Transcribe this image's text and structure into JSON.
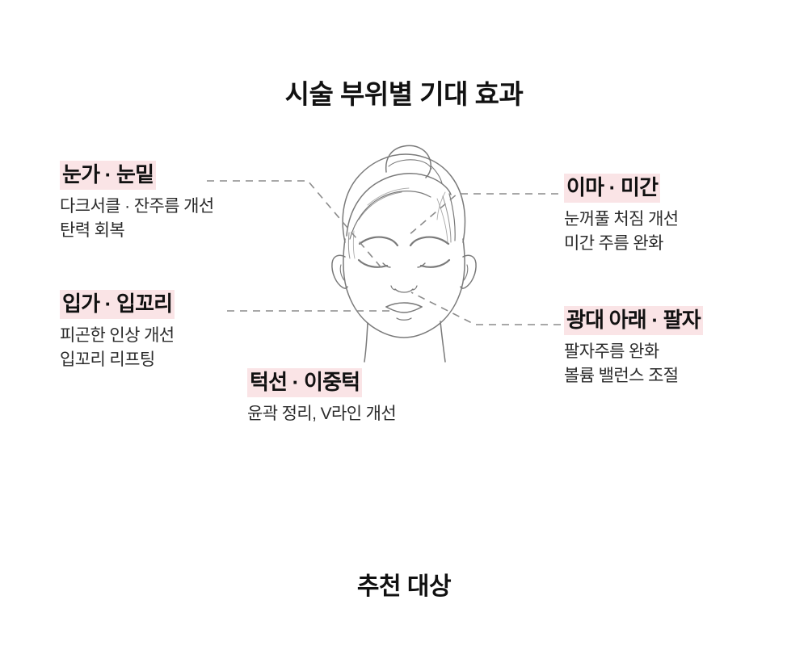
{
  "page": {
    "background_color": "#ffffff",
    "main_title": "시술 부위별 기대 효과",
    "bottom_title": "추천 대상"
  },
  "theme": {
    "highlight_color": "#fae4e6",
    "heading_text_color": "#111111",
    "body_text_color": "#2b2b2b",
    "illustration_stroke_color": "#7a7a7a",
    "leader_line_color": "#8c8c8c"
  },
  "illustration": {
    "name": "female-face-line-art",
    "description": "line drawing of a woman's face with hair in a top bun and closed eyes"
  },
  "callouts": [
    {
      "id": "eye",
      "side": "left",
      "heading": "눈가 · 눈밑",
      "lines": [
        "다크서클 · 잔주름  개선",
        "탄력 회복"
      ]
    },
    {
      "id": "mouth",
      "side": "left",
      "heading": "입가 · 입꼬리",
      "lines": [
        "피곤한 인상 개선",
        "입꼬리 리프팅"
      ]
    },
    {
      "id": "forehead",
      "side": "right",
      "heading": "이마 · 미간",
      "lines": [
        "눈꺼풀 처짐 개선",
        "미간 주름 완화"
      ]
    },
    {
      "id": "cheek",
      "side": "right",
      "heading": "광대 아래 · 팔자",
      "lines": [
        "팔자주름 완화",
        "볼륨 밸런스 조절"
      ]
    },
    {
      "id": "jaw",
      "side": "center",
      "heading": "턱선 · 이중턱",
      "lines": [
        "윤곽 정리, V라인 개선"
      ]
    }
  ]
}
